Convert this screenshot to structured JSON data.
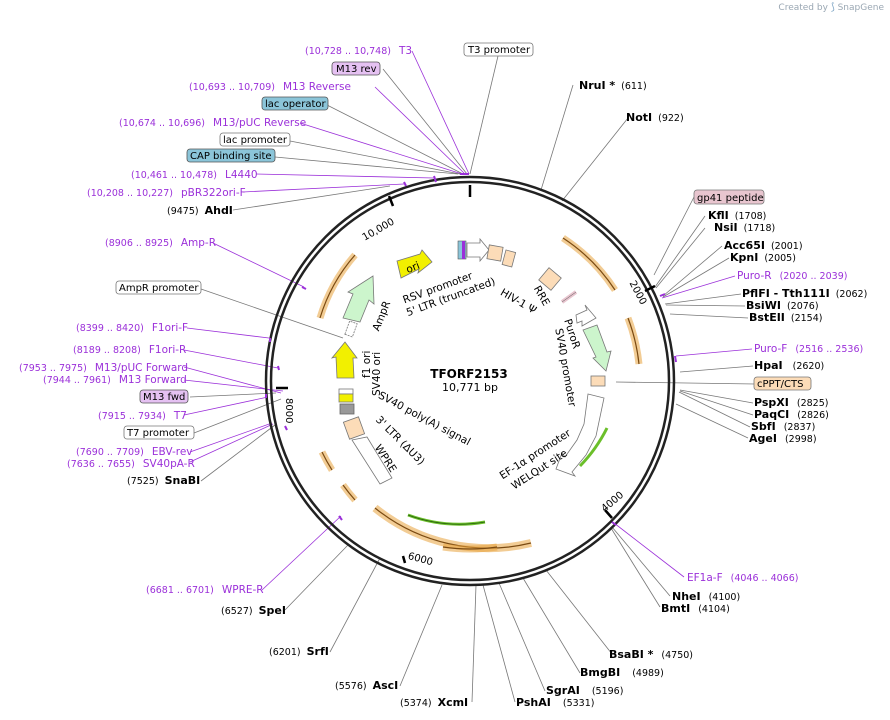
{
  "credit": {
    "text": "Created by",
    "brand": "SnapGene"
  },
  "plasmid": {
    "name": "TFORF2153",
    "size": "10,771 bp"
  },
  "ticks": [
    "2000",
    "4000",
    "6000",
    "8000",
    "10,000"
  ],
  "enzymes": [
    {
      "name": "NruI *",
      "pos": "(611)"
    },
    {
      "name": "NotI",
      "pos": "(922)"
    },
    {
      "name": "KflI",
      "pos": "(1708)"
    },
    {
      "name": "NsiI",
      "pos": "(1718)"
    },
    {
      "name": "Acc65I",
      "pos": "(2001)"
    },
    {
      "name": "KpnI",
      "pos": "(2005)"
    },
    {
      "name": "PflFI - Tth111I",
      "pos": "(2062)"
    },
    {
      "name": "BsiWI",
      "pos": "(2076)"
    },
    {
      "name": "BstEII",
      "pos": "(2154)"
    },
    {
      "name": "HpaI",
      "pos": "(2620)"
    },
    {
      "name": "PspXI",
      "pos": "(2825)"
    },
    {
      "name": "PaqCI",
      "pos": "(2826)"
    },
    {
      "name": "SbfI",
      "pos": "(2837)"
    },
    {
      "name": "AgeI",
      "pos": "(2998)"
    },
    {
      "name": "NheI",
      "pos": "(4100)"
    },
    {
      "name": "BmtI",
      "pos": "(4104)"
    },
    {
      "name": "BsaBI *",
      "pos": "(4750)"
    },
    {
      "name": "BmgBI",
      "pos": "(4989)"
    },
    {
      "name": "SgrAI",
      "pos": "(5196)"
    },
    {
      "name": "PshAI",
      "pos": "(5331)"
    },
    {
      "name": "XcmI",
      "pos": "(5374)"
    },
    {
      "name": "AscI",
      "pos": "(5576)"
    },
    {
      "name": "SrfI",
      "pos": "(6201)"
    },
    {
      "name": "SpeI",
      "pos": "(6527)"
    },
    {
      "name": "SnaBI",
      "pos": "(7525)"
    },
    {
      "name": "AhdI",
      "pos": "(9475)"
    }
  ],
  "primers": [
    {
      "name": "T3",
      "pos": "(10,728 .. 10,748)"
    },
    {
      "name": "M13 Reverse",
      "pos": "(10,693 .. 10,709)"
    },
    {
      "name": "M13/pUC Reverse",
      "pos": "(10,674 .. 10,696)"
    },
    {
      "name": "L4440",
      "pos": "(10,461 .. 10,478)"
    },
    {
      "name": "pBR322ori-F",
      "pos": "(10,208 .. 10,227)"
    },
    {
      "name": "Amp-R",
      "pos": "(8906 .. 8925)"
    },
    {
      "name": "F1ori-F",
      "pos": "(8399 .. 8420)"
    },
    {
      "name": "F1ori-R",
      "pos": "(8189 .. 8208)"
    },
    {
      "name": "M13/pUC Forward",
      "pos": "(7953 .. 7975)"
    },
    {
      "name": "M13 Forward",
      "pos": "(7944 .. 7961)"
    },
    {
      "name": "T7",
      "pos": "(7915 .. 7934)"
    },
    {
      "name": "EBV-rev",
      "pos": "(7690 .. 7709)"
    },
    {
      "name": "SV40pA-R",
      "pos": "(7636 .. 7655)"
    },
    {
      "name": "WPRE-R",
      "pos": "(6681 .. 6701)"
    },
    {
      "name": "Puro-R",
      "pos": "(2020 .. 2039)"
    },
    {
      "name": "Puro-F",
      "pos": "(2516 .. 2536)"
    },
    {
      "name": "EF1a-F",
      "pos": "(4046 .. 4066)"
    }
  ],
  "boxes": {
    "t3_promoter": "T3 promoter",
    "m13_rev": "M13 rev",
    "lac_operator": "lac operator",
    "lac_promoter": "lac promoter",
    "cap_site": "CAP binding site",
    "ampr_promoter": "AmpR promoter",
    "m13_fwd": "M13 fwd",
    "t7_promoter": "T7 promoter",
    "gp41": "gp41 peptide",
    "cppt": "cPPT/CTS"
  },
  "features": {
    "ori": "ori",
    "rsv": "RSV promoter",
    "ltr5": "5' LTR (truncated)",
    "hiv": "HIV-1 Ψ",
    "rre": "RRE",
    "puror": "PuroR",
    "sv40p": "SV40 promoter",
    "ef1a": "EF-1α promoter",
    "welq": "WELQut site",
    "ampr": "AmpR",
    "f1": "f1 ori",
    "sv40ori": "SV40 ori",
    "sv40pa": "SV40 poly(A) signal",
    "ltr3": "3' LTR (ΔU3)",
    "wpre": "WPRE"
  },
  "colors": {
    "enzyme": "#000000",
    "primer": "#9b30d9",
    "orf": "#e8a33c",
    "ori": "#f2f000",
    "promoter": "#ffffff",
    "marker": "#ccf5cc",
    "misc": "#fcdcb8",
    "lac": "#8bc5d9",
    "tag": "#e8c5cf"
  }
}
